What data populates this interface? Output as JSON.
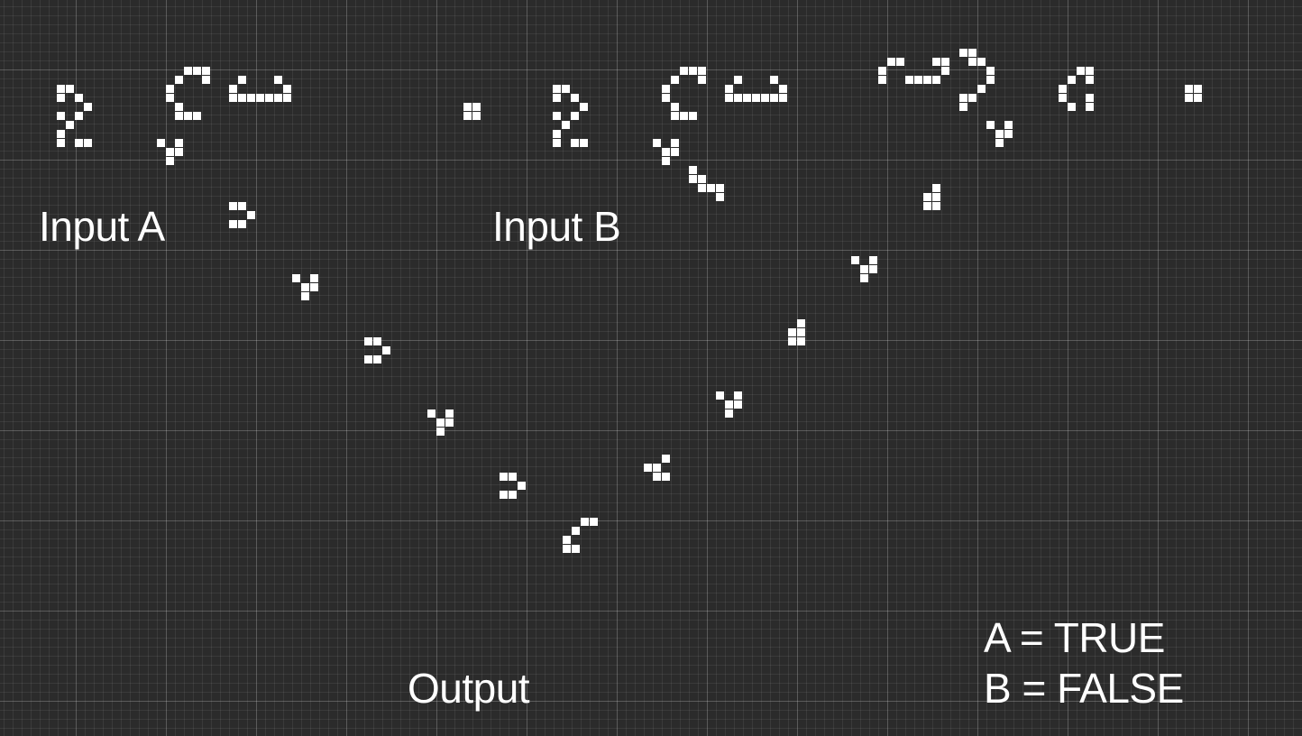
{
  "labels": {
    "input_a": "Input A",
    "input_b": "Input B",
    "output": "Output"
  },
  "state": {
    "line_a": "A = TRUE",
    "line_b": "B = FALSE"
  },
  "colors": {
    "background": "#2b2b2b",
    "cell": "#ffffff"
  },
  "patterns": [
    {
      "name": "input-a-gun-left-part",
      "cells": [
        [
          0,
          0
        ],
        [
          0,
          1
        ],
        [
          0,
          3
        ],
        [
          1,
          4
        ],
        [
          1,
          0
        ],
        [
          2,
          3
        ],
        [
          2,
          1
        ],
        [
          3,
          2
        ],
        [
          0,
          5
        ],
        [
          0,
          6
        ],
        [
          2,
          6
        ],
        [
          3,
          6
        ]
      ]
    },
    {
      "name": "input-a-gun-middle-part",
      "cells": [
        [
          2,
          0
        ],
        [
          3,
          0
        ],
        [
          4,
          0
        ],
        [
          1,
          1
        ],
        [
          4,
          1
        ],
        [
          0,
          2
        ],
        [
          0,
          3
        ],
        [
          1,
          4
        ],
        [
          1,
          5
        ],
        [
          2,
          5
        ],
        [
          3,
          5
        ]
      ]
    },
    {
      "name": "input-a-gun-right-part",
      "cells": [
        [
          0,
          1
        ],
        [
          0,
          2
        ],
        [
          1,
          0
        ],
        [
          1,
          2
        ],
        [
          2,
          2
        ],
        [
          3,
          2
        ],
        [
          4,
          2
        ],
        [
          5,
          0
        ],
        [
          5,
          2
        ],
        [
          6,
          1
        ],
        [
          6,
          2
        ]
      ]
    },
    {
      "name": "input-a-gun-exit-glider",
      "cells": [
        [
          0,
          0
        ],
        [
          2,
          0
        ],
        [
          1,
          1
        ],
        [
          2,
          1
        ],
        [
          1,
          2
        ]
      ]
    },
    {
      "name": "input-b-gun-left-part",
      "cells": [
        [
          0,
          0
        ],
        [
          0,
          1
        ],
        [
          0,
          3
        ],
        [
          1,
          4
        ],
        [
          1,
          0
        ],
        [
          2,
          3
        ],
        [
          2,
          1
        ],
        [
          3,
          2
        ],
        [
          0,
          5
        ],
        [
          0,
          6
        ],
        [
          2,
          6
        ],
        [
          3,
          6
        ]
      ]
    },
    {
      "name": "input-b-gun-middle-part",
      "cells": [
        [
          2,
          0
        ],
        [
          3,
          0
        ],
        [
          4,
          0
        ],
        [
          1,
          1
        ],
        [
          4,
          1
        ],
        [
          0,
          2
        ],
        [
          0,
          3
        ],
        [
          1,
          4
        ],
        [
          1,
          5
        ],
        [
          2,
          5
        ],
        [
          3,
          5
        ]
      ]
    },
    {
      "name": "input-b-gun-right-part",
      "cells": [
        [
          0,
          1
        ],
        [
          0,
          2
        ],
        [
          1,
          0
        ],
        [
          1,
          2
        ],
        [
          2,
          2
        ],
        [
          3,
          2
        ],
        [
          4,
          2
        ],
        [
          5,
          0
        ],
        [
          5,
          2
        ],
        [
          6,
          1
        ],
        [
          6,
          2
        ]
      ]
    },
    {
      "name": "input-b-gun-exit-glider",
      "cells": [
        [
          0,
          0
        ],
        [
          2,
          0
        ],
        [
          1,
          1
        ],
        [
          2,
          1
        ],
        [
          1,
          2
        ]
      ]
    },
    {
      "name": "input-b-stream-glider",
      "cells": [
        [
          0,
          0
        ],
        [
          0,
          1
        ],
        [
          1,
          1
        ],
        [
          1,
          2
        ],
        [
          2,
          2
        ],
        [
          3,
          2
        ],
        [
          3,
          3
        ]
      ]
    },
    {
      "name": "right-gun-left-part",
      "cells": [
        [
          1,
          0
        ],
        [
          2,
          0
        ],
        [
          0,
          1
        ],
        [
          3,
          2
        ],
        [
          4,
          2
        ],
        [
          5,
          2
        ],
        [
          6,
          2
        ],
        [
          0,
          2
        ],
        [
          7,
          1
        ],
        [
          7,
          0
        ],
        [
          6,
          0
        ]
      ]
    },
    {
      "name": "right-gun-middle-part",
      "cells": [
        [
          0,
          0
        ],
        [
          1,
          0
        ],
        [
          1,
          1
        ],
        [
          2,
          1
        ],
        [
          3,
          2
        ],
        [
          3,
          3
        ],
        [
          2,
          4
        ],
        [
          0,
          5
        ],
        [
          1,
          5
        ],
        [
          0,
          6
        ]
      ]
    },
    {
      "name": "right-gun-right-part",
      "cells": [
        [
          2,
          0
        ],
        [
          3,
          0
        ],
        [
          1,
          1
        ],
        [
          0,
          2
        ],
        [
          0,
          3
        ],
        [
          1,
          4
        ],
        [
          3,
          4
        ],
        [
          3,
          3
        ],
        [
          3,
          1
        ]
      ]
    },
    {
      "name": "right-gun-exit-glider",
      "cells": [
        [
          0,
          0
        ],
        [
          2,
          0
        ],
        [
          1,
          1
        ],
        [
          2,
          1
        ],
        [
          1,
          2
        ]
      ]
    },
    {
      "name": "far-right-block",
      "cells": [
        [
          0,
          0
        ],
        [
          1,
          0
        ],
        [
          0,
          1
        ],
        [
          1,
          1
        ]
      ]
    },
    {
      "name": "middle-block",
      "cells": [
        [
          0,
          0
        ],
        [
          1,
          0
        ],
        [
          0,
          1
        ],
        [
          1,
          1
        ]
      ]
    },
    {
      "name": "glider-a1",
      "cells": [
        [
          0,
          0
        ],
        [
          1,
          0
        ],
        [
          2,
          1
        ],
        [
          0,
          2
        ],
        [
          1,
          2
        ]
      ]
    },
    {
      "name": "glider-a2",
      "cells": [
        [
          0,
          0
        ],
        [
          2,
          0
        ],
        [
          1,
          1
        ],
        [
          2,
          1
        ],
        [
          1,
          2
        ]
      ]
    },
    {
      "name": "glider-a3",
      "cells": [
        [
          0,
          0
        ],
        [
          1,
          0
        ],
        [
          2,
          1
        ],
        [
          0,
          2
        ],
        [
          1,
          2
        ]
      ]
    },
    {
      "name": "glider-a4",
      "cells": [
        [
          0,
          0
        ],
        [
          2,
          0
        ],
        [
          1,
          1
        ],
        [
          2,
          1
        ],
        [
          1,
          2
        ]
      ]
    },
    {
      "name": "glider-a5",
      "cells": [
        [
          0,
          0
        ],
        [
          1,
          0
        ],
        [
          2,
          1
        ],
        [
          0,
          2
        ],
        [
          1,
          2
        ]
      ]
    },
    {
      "name": "glider-output",
      "cells": [
        [
          2,
          0
        ],
        [
          3,
          0
        ],
        [
          1,
          1
        ],
        [
          0,
          2
        ],
        [
          0,
          3
        ],
        [
          1,
          3
        ]
      ]
    },
    {
      "name": "glider-b1",
      "cells": [
        [
          2,
          0
        ],
        [
          1,
          1
        ],
        [
          2,
          1
        ],
        [
          1,
          2
        ],
        [
          2,
          2
        ]
      ]
    },
    {
      "name": "glider-b2",
      "cells": [
        [
          0,
          0
        ],
        [
          2,
          0
        ],
        [
          1,
          1
        ],
        [
          2,
          1
        ],
        [
          1,
          2
        ]
      ]
    },
    {
      "name": "glider-b3",
      "cells": [
        [
          2,
          0
        ],
        [
          1,
          1
        ],
        [
          2,
          1
        ],
        [
          1,
          2
        ],
        [
          2,
          2
        ]
      ]
    },
    {
      "name": "glider-b4",
      "cells": [
        [
          0,
          0
        ],
        [
          2,
          0
        ],
        [
          1,
          1
        ],
        [
          2,
          1
        ],
        [
          1,
          2
        ]
      ]
    },
    {
      "name": "glider-b5",
      "cells": [
        [
          2,
          0
        ],
        [
          1,
          1
        ],
        [
          0,
          1
        ],
        [
          1,
          2
        ],
        [
          2,
          2
        ]
      ]
    }
  ]
}
